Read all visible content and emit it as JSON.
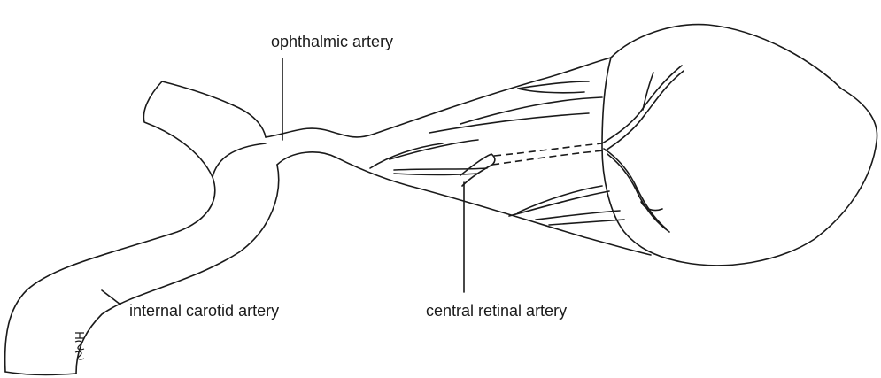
{
  "labels": {
    "ophthalmic_artery": "ophthalmic artery",
    "internal_carotid_artery": "internal carotid artery",
    "central_retinal_artery": "central retinal artery"
  },
  "signature_text": "HSS",
  "colors": {
    "line": "#1a1a1a",
    "background": "#ffffff"
  }
}
